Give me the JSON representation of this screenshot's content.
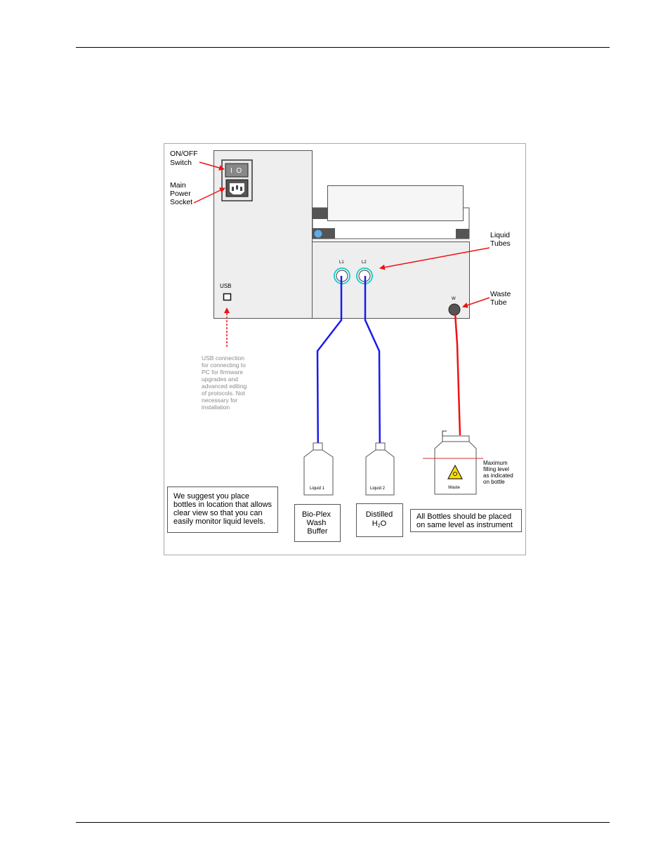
{
  "diagram": {
    "labels": {
      "switch": [
        "ON/OFF",
        "Switch"
      ],
      "power": [
        "Main",
        "Power",
        "Socket"
      ],
      "usb": "USB",
      "usb_note": [
        "USB connection",
        "for connecting to",
        "PC for firmware",
        "upgrades and",
        "advanced editing",
        "of protocols.  Not",
        "necessary for",
        "installation"
      ],
      "liquid_tubes": [
        "Liquid",
        "Tubes"
      ],
      "waste_tube": [
        "Waste",
        "Tube"
      ],
      "port_l1": "L1",
      "port_l2": "L2",
      "port_w": "W",
      "switch_symbols": "I  O",
      "bottle_liquid1": "Liquid 1",
      "bottle_liquid2": "Liquid 2",
      "bottle_waste": "Waste",
      "max_fill": [
        "Maximum",
        "filling level",
        "as indicated",
        "on bottle"
      ]
    },
    "boxes": {
      "suggest": [
        "We suggest you place",
        "bottles in location that allows",
        "clear view so that you can",
        "easily monitor liquid levels."
      ],
      "bioplex": [
        "Bio-Plex",
        "Wash",
        "Buffer"
      ],
      "distilled": "Distilled",
      "h2o_h": "H",
      "h2o_sub": "2",
      "h2o_o": "O",
      "level": [
        "All Bottles should be placed",
        "on same level as instrument"
      ]
    },
    "colors": {
      "tube_blue": "#1a1aee",
      "arrow_red": "#ee1111",
      "panel_gray": "#eeeeee",
      "port_cyan": "#22cccc"
    }
  }
}
